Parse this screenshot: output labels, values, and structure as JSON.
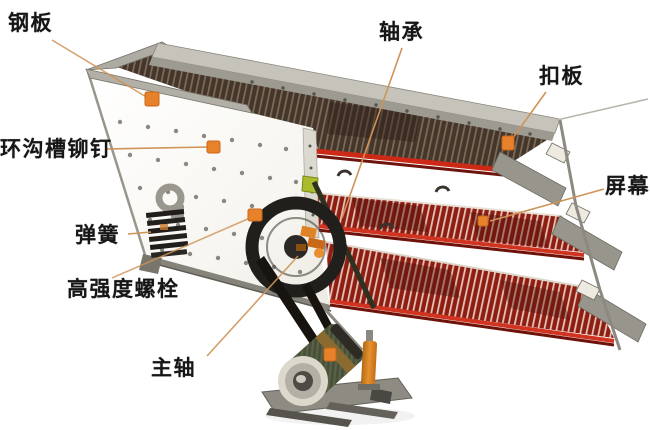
{
  "diagram": {
    "labels": {
      "steel_plate": "钢板",
      "bearing": "轴承",
      "buckle_plate": "扣板",
      "ring_groove_rivet": "环沟槽铆钉",
      "screen": "屏幕",
      "spring": "弹簧",
      "high_strength_bolt": "高强度螺栓",
      "main_shaft": "主轴"
    },
    "colors": {
      "marker_orange": "#e8822a",
      "leader_tan": "#cf9257",
      "deck_red": "#8e1d12",
      "deck_dark_mesh": "#44362a",
      "motor_green": "#49503a",
      "frame_gray": "#8c8a80"
    }
  }
}
